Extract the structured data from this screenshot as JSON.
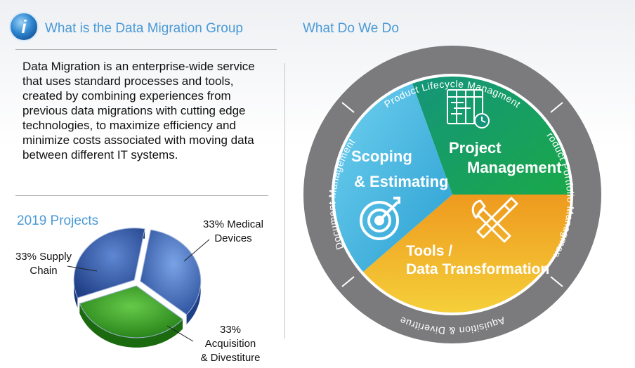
{
  "left_heading": "What is the Data Migration Group",
  "right_heading": "What Do We Do",
  "description": "Data Migration is an enterprise-wide service that uses standard processes and tools, created by combining experiences from previous data migrations with cutting edge technologies, to maximize efficiency and minimize costs associated with moving data between different IT systems.",
  "icon_name": "info-icon",
  "chart_data": {
    "type": "pie",
    "title": "2019 Projects",
    "categories": [
      "Medical Devices",
      "Acquisition & Divestiture",
      "Supply Chain"
    ],
    "values": [
      33,
      33,
      33
    ],
    "labels": [
      [
        "33% Medical",
        "Devices"
      ],
      [
        "33%",
        "Acquisition",
        "& Divestiture"
      ],
      [
        "33% Supply",
        "Chain"
      ]
    ],
    "colors": [
      "#3d6cc2",
      "#3aa020",
      "#2f54a6"
    ]
  },
  "wheel": {
    "inner_segments": [
      {
        "lines": [
          "Project",
          "Management"
        ],
        "icon": "gantt-chart-icon",
        "color": "#13a06a"
      },
      {
        "lines": [
          "Tools /",
          "Data Transformation"
        ],
        "icon": "tools-icon",
        "color": "#f0b328"
      },
      {
        "lines": [
          "Scoping",
          "& Estimating"
        ],
        "icon": "target-icon",
        "color": "#3db2e0"
      }
    ],
    "ring_labels": {
      "top": "Product Lifecycle Managment",
      "right": "Product Portfolio Managment",
      "bottom": "Aquisition & Diveritrue",
      "left": "Document Management"
    }
  }
}
